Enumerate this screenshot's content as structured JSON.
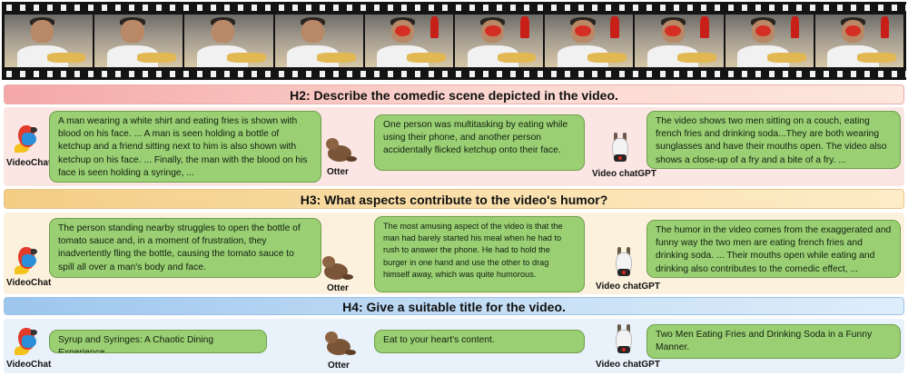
{
  "questions": {
    "h2": "H2: Describe the comedic scene depicted in the video.",
    "h3": "H3: What aspects contribute to the video's humor?",
    "h4": "H4: Give a suitable title for the video."
  },
  "models": {
    "videochat": "VideoChat",
    "otter": "Otter",
    "videochatgpt": "Video chatGPT"
  },
  "answers": {
    "h2": {
      "videochat": "A man wearing a white shirt and eating fries is shown with blood on his face. ... A man is seen holding a bottle of ketchup and a friend sitting next to him is also shown with ketchup on his face. ... Finally, the man with the blood on his face is seen holding a syringe, ...",
      "otter": "One person was multitasking by eating while using their phone, and another person accidentally flicked ketchup onto their face.",
      "videochatgpt": "The video shows two men sitting on a couch, eating french fries and drinking soda...They are both wearing sunglasses and have their mouths open. The video also shows a close-up of a fry and a bite of a fry. ..."
    },
    "h3": {
      "videochat": "The person standing nearby struggles to open the bottle of tomato sauce and, in a moment of frustration, they inadvertently fling the bottle, causing the tomato sauce to spill all over a man's body and face.",
      "otter": "The most amusing aspect of the video is that the man had barely started his meal when he had to rush to answer the phone. He had to hold the burger in one hand and use the other to drag himself away, which was quite humorous.",
      "videochatgpt": "The humor in the video comes from the exaggerated and funny way the two men are eating french fries and drinking soda. ... Their mouths open while eating and drinking also contributes to the comedic effect, ..."
    },
    "h4": {
      "videochat": "Syrup and Syringes: A Chaotic Dining Experience",
      "otter": "Eat to your heart's content.",
      "videochatgpt": "Two Men Eating Fries and Drinking Soda in a Funny Manner."
    }
  },
  "icons": {
    "videochat": "parrot-icon",
    "otter": "otter-icon",
    "videochatgpt": "goat-icon"
  },
  "colors": {
    "bubble": "#9bcf73",
    "h2_bar": "#f4a7a7",
    "h3_bar": "#f3cd84",
    "h4_bar": "#9dc6ee"
  }
}
